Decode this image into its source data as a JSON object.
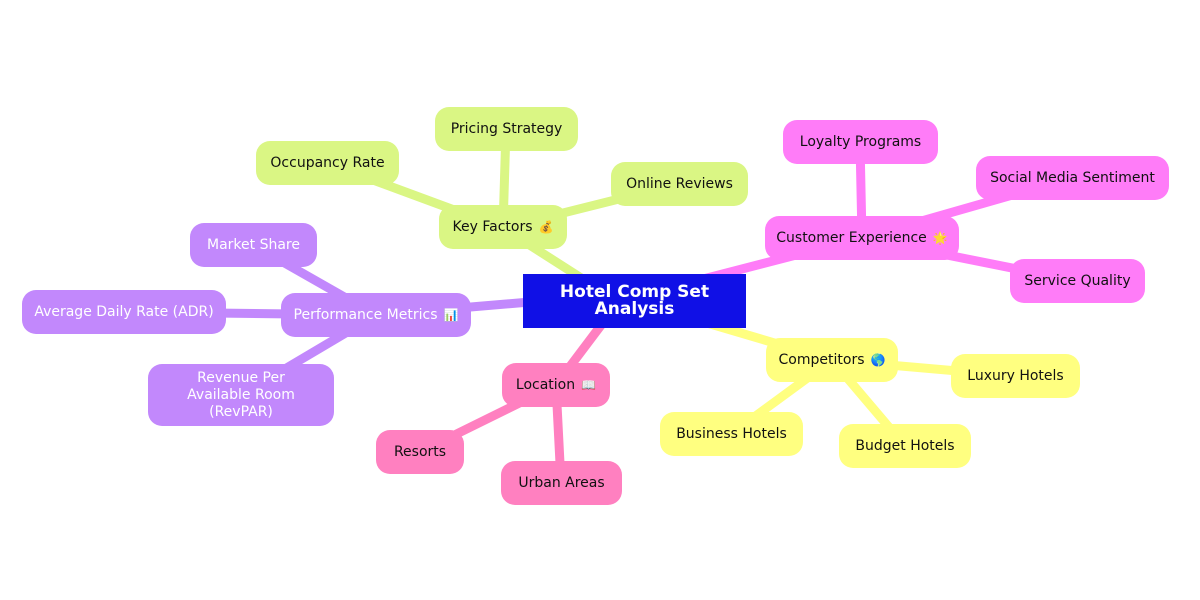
{
  "diagram": {
    "root": "Hotel Comp Set Analysis",
    "branches": [
      {
        "label": "Key Factors",
        "icon": "money-bag-icon",
        "glyph": "💰",
        "color": "#daf684",
        "children": [
          "Occupancy Rate",
          "Pricing Strategy",
          "Online Reviews"
        ]
      },
      {
        "label": "Customer Experience",
        "icon": "star-icon",
        "glyph": "🌟",
        "color": "#ff7cf8",
        "children": [
          "Loyalty Programs",
          "Social Media Sentiment",
          "Service Quality"
        ]
      },
      {
        "label": "Competitors",
        "icon": "globe-icon",
        "glyph": "🌎",
        "color": "#ffff80",
        "children": [
          "Luxury Hotels",
          "Budget Hotels",
          "Business Hotels"
        ]
      },
      {
        "label": "Location",
        "icon": "book-icon",
        "glyph": "📖",
        "color": "#ff80c0",
        "children": [
          "Resorts",
          "Urban Areas"
        ]
      },
      {
        "label": "Performance Metrics",
        "icon": "bar-chart-icon",
        "glyph": "📊",
        "color": "#c288fc",
        "children": [
          "Market Share",
          "Average Daily Rate (ADR)",
          "Revenue Per Available Room (RevPAR)"
        ]
      }
    ]
  }
}
